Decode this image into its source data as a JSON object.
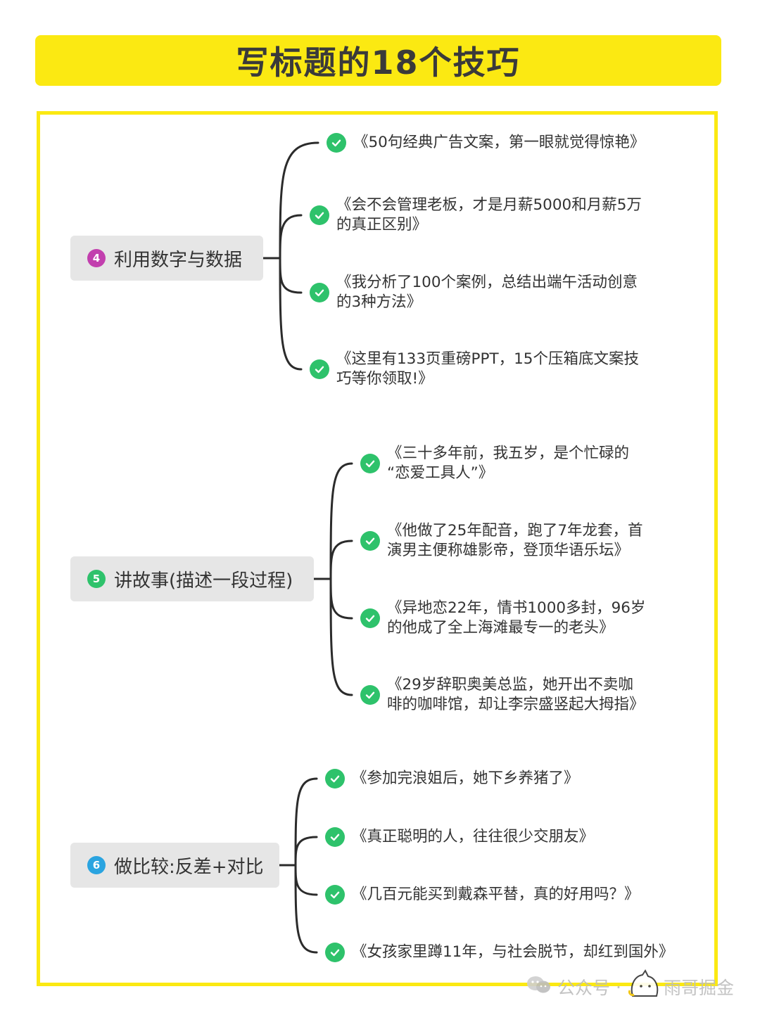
{
  "title": "写标题的18个技巧",
  "sections": [
    {
      "number": "4",
      "label": "利用数字与数据",
      "color": "#c23fae",
      "items": [
        "《50句经典广告文案，第一眼就觉得惊艳》",
        "《会不会管理老板，才是月薪5000和月薪5万\n的真正区别》",
        "《我分析了100个案例，总结出端午活动创意\n的3种方法》",
        "《这里有133页重磅PPT，15个压箱底文案技\n巧等你领取!》"
      ]
    },
    {
      "number": "5",
      "label": "讲故事(描述一段过程)",
      "color": "#2ec26b",
      "items": [
        "《三十多年前，我五岁，是个忙碌的\n“恋爱工具人”》",
        "《他做了25年配音，跑了7年龙套，首\n演男主便称雄影帝，登顶华语乐坛》",
        "《异地恋22年，情书1000多封，96岁\n的他成了全上海滩最专一的老头》",
        "《29岁辞职奥美总监，她开出不卖咖\n啡的咖啡馆，却让李宗盛竖起大拇指》"
      ]
    },
    {
      "number": "6",
      "label": "做比较:反差+对比",
      "color": "#2aa4e0",
      "items": [
        "《参加完浪姐后，她下乡养猪了》",
        "《真正聪明的人，往往很少交朋友》",
        "《几百元能买到戴森平替，真的好用吗？》",
        "《女孩家里蹲11年，与社会脱节，却红到国外》"
      ]
    }
  ],
  "watermark": {
    "prefix": "公众号",
    "name": "雨哥掘金"
  }
}
